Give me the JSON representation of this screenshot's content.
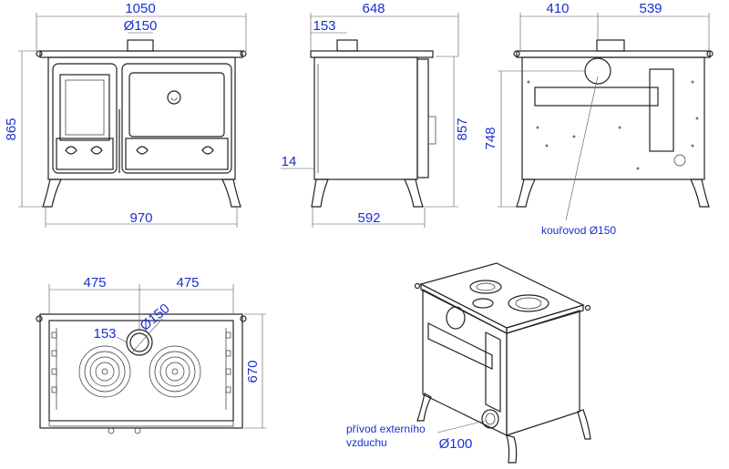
{
  "front": {
    "width": "1050",
    "flue": "Ø150",
    "height": "865",
    "base_width": "970"
  },
  "side": {
    "depth": "648",
    "flue_offset": "153",
    "height": "857",
    "leg": "14",
    "base_depth": "592"
  },
  "rear": {
    "left": "410",
    "right": "539",
    "flue_height": "748",
    "flue_label": "kouřovod Ø150"
  },
  "top": {
    "left": "475",
    "right": "475",
    "flue": "Ø150",
    "flue_offset": "153",
    "depth": "670"
  },
  "iso": {
    "air_label_1": "přívod externího",
    "air_label_2": "vzduchu",
    "air_dia": "Ø100"
  },
  "colors": {
    "dimension": "#1a2fd0",
    "line": "#222222"
  }
}
